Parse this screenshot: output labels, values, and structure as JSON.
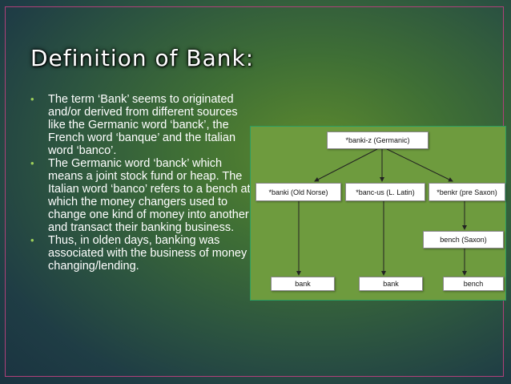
{
  "slide": {
    "title": "Definition of Bank:",
    "bullets": [
      "The term ‘Bank’ seems to originated and/or derived from different sources like the Germanic word ‘banck’, the French word ‘banque’ and the Italian word ‘banco’.",
      "The Germanic word ‘banck’ which means a joint stock fund or heap. The Italian word ‘banco’ refers to a bench at which the money changers used to change one kind of money into another and transact their banking business.",
      "Thus, in olden days, banking was associated with the business of money changing/lending."
    ],
    "bullet_glyph": "•"
  },
  "diagram": {
    "root": "*banki-z (Germanic)",
    "branches": {
      "norse": "*banki (Old Norse)",
      "latin": "*banc-us (L. Latin)",
      "saxon": "*benkr (pre Saxon)"
    },
    "intermediate": "bench (Saxon)",
    "leaves": [
      "bank",
      "bank",
      "bench"
    ]
  },
  "colors": {
    "frame_border": "#b0407a",
    "diagram_bg": "#6e9b3e",
    "bullet_mark": "#9fd15a"
  }
}
